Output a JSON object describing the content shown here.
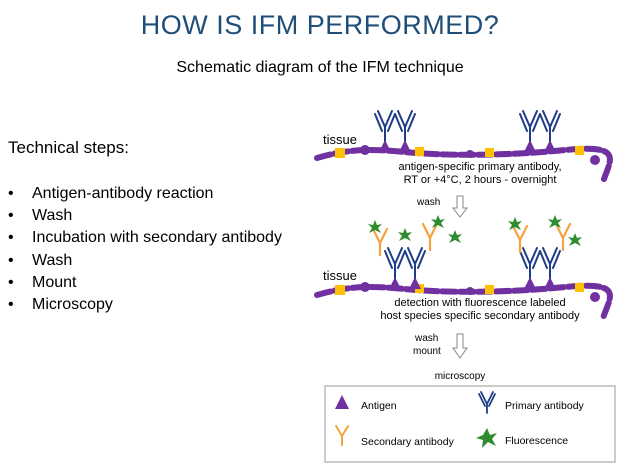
{
  "title": "HOW IS IFM PERFORMED?",
  "subtitle": "Schematic diagram of the IFM technique",
  "steps_heading": "Technical steps:",
  "steps": [
    "Antigen-antibody reaction",
    "Wash",
    "Incubation with secondary antibody",
    "Wash",
    "Mount",
    "Microscopy"
  ],
  "diagram": {
    "tissue_label_1": "tissue",
    "caption_1_line1": "antigen-specific primary antibody,",
    "caption_1_line2": "RT or +4°C, 2 hours -  overnight",
    "wash_label": "wash",
    "tissue_label_2": "tissue",
    "caption_2_line1": "detection with fluorescence labeled",
    "caption_2_line2": "host species specific secondary antibody",
    "wash_label_2": "wash",
    "mount_label": "mount",
    "microscopy_label": "microscopy",
    "legend": {
      "antigen": "Antigen",
      "primary": "Primary antibody",
      "secondary": "Secondary antibody",
      "fluorescence": "Fluorescence"
    }
  },
  "colors": {
    "title": "#1f4e79",
    "tissue_purple": "#7030a0",
    "tissue_yellow": "#ffc000",
    "primary_antibody": "#1f3c88",
    "secondary_antibody": "#f4a340",
    "fluorescence": "#2e8b2e"
  }
}
